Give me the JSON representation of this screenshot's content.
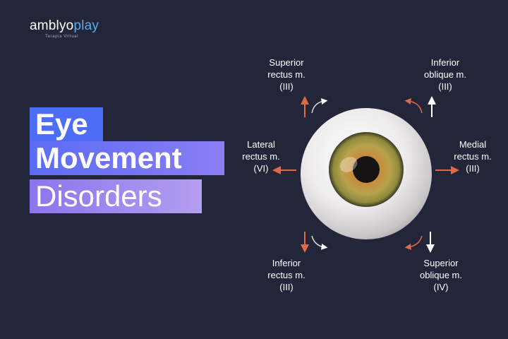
{
  "brand": {
    "name_part1": "amblyo",
    "name_part2": "play",
    "tagline": "Terapia Vritual"
  },
  "title": {
    "line1": "Eye",
    "line2": "Movement",
    "line3": "Disorders"
  },
  "muscles": {
    "superior_rectus": [
      "Superior",
      "rectus m.",
      "(III)"
    ],
    "inferior_oblique": [
      "Inferior",
      "oblique m.",
      "(III)"
    ],
    "lateral_rectus": [
      "Lateral",
      "rectus m.",
      "(VI)"
    ],
    "medial_rectus": [
      "Medial",
      "rectus m.",
      "(III)"
    ],
    "inferior_rectus": [
      "Inferior",
      "rectus m.",
      "(III)"
    ],
    "superior_oblique": [
      "Superior",
      "oblique m.",
      "(IV)"
    ]
  },
  "colors": {
    "background": "#232538",
    "accent_arrow": "#e0694a",
    "brand_blue": "#5fa9f2"
  }
}
